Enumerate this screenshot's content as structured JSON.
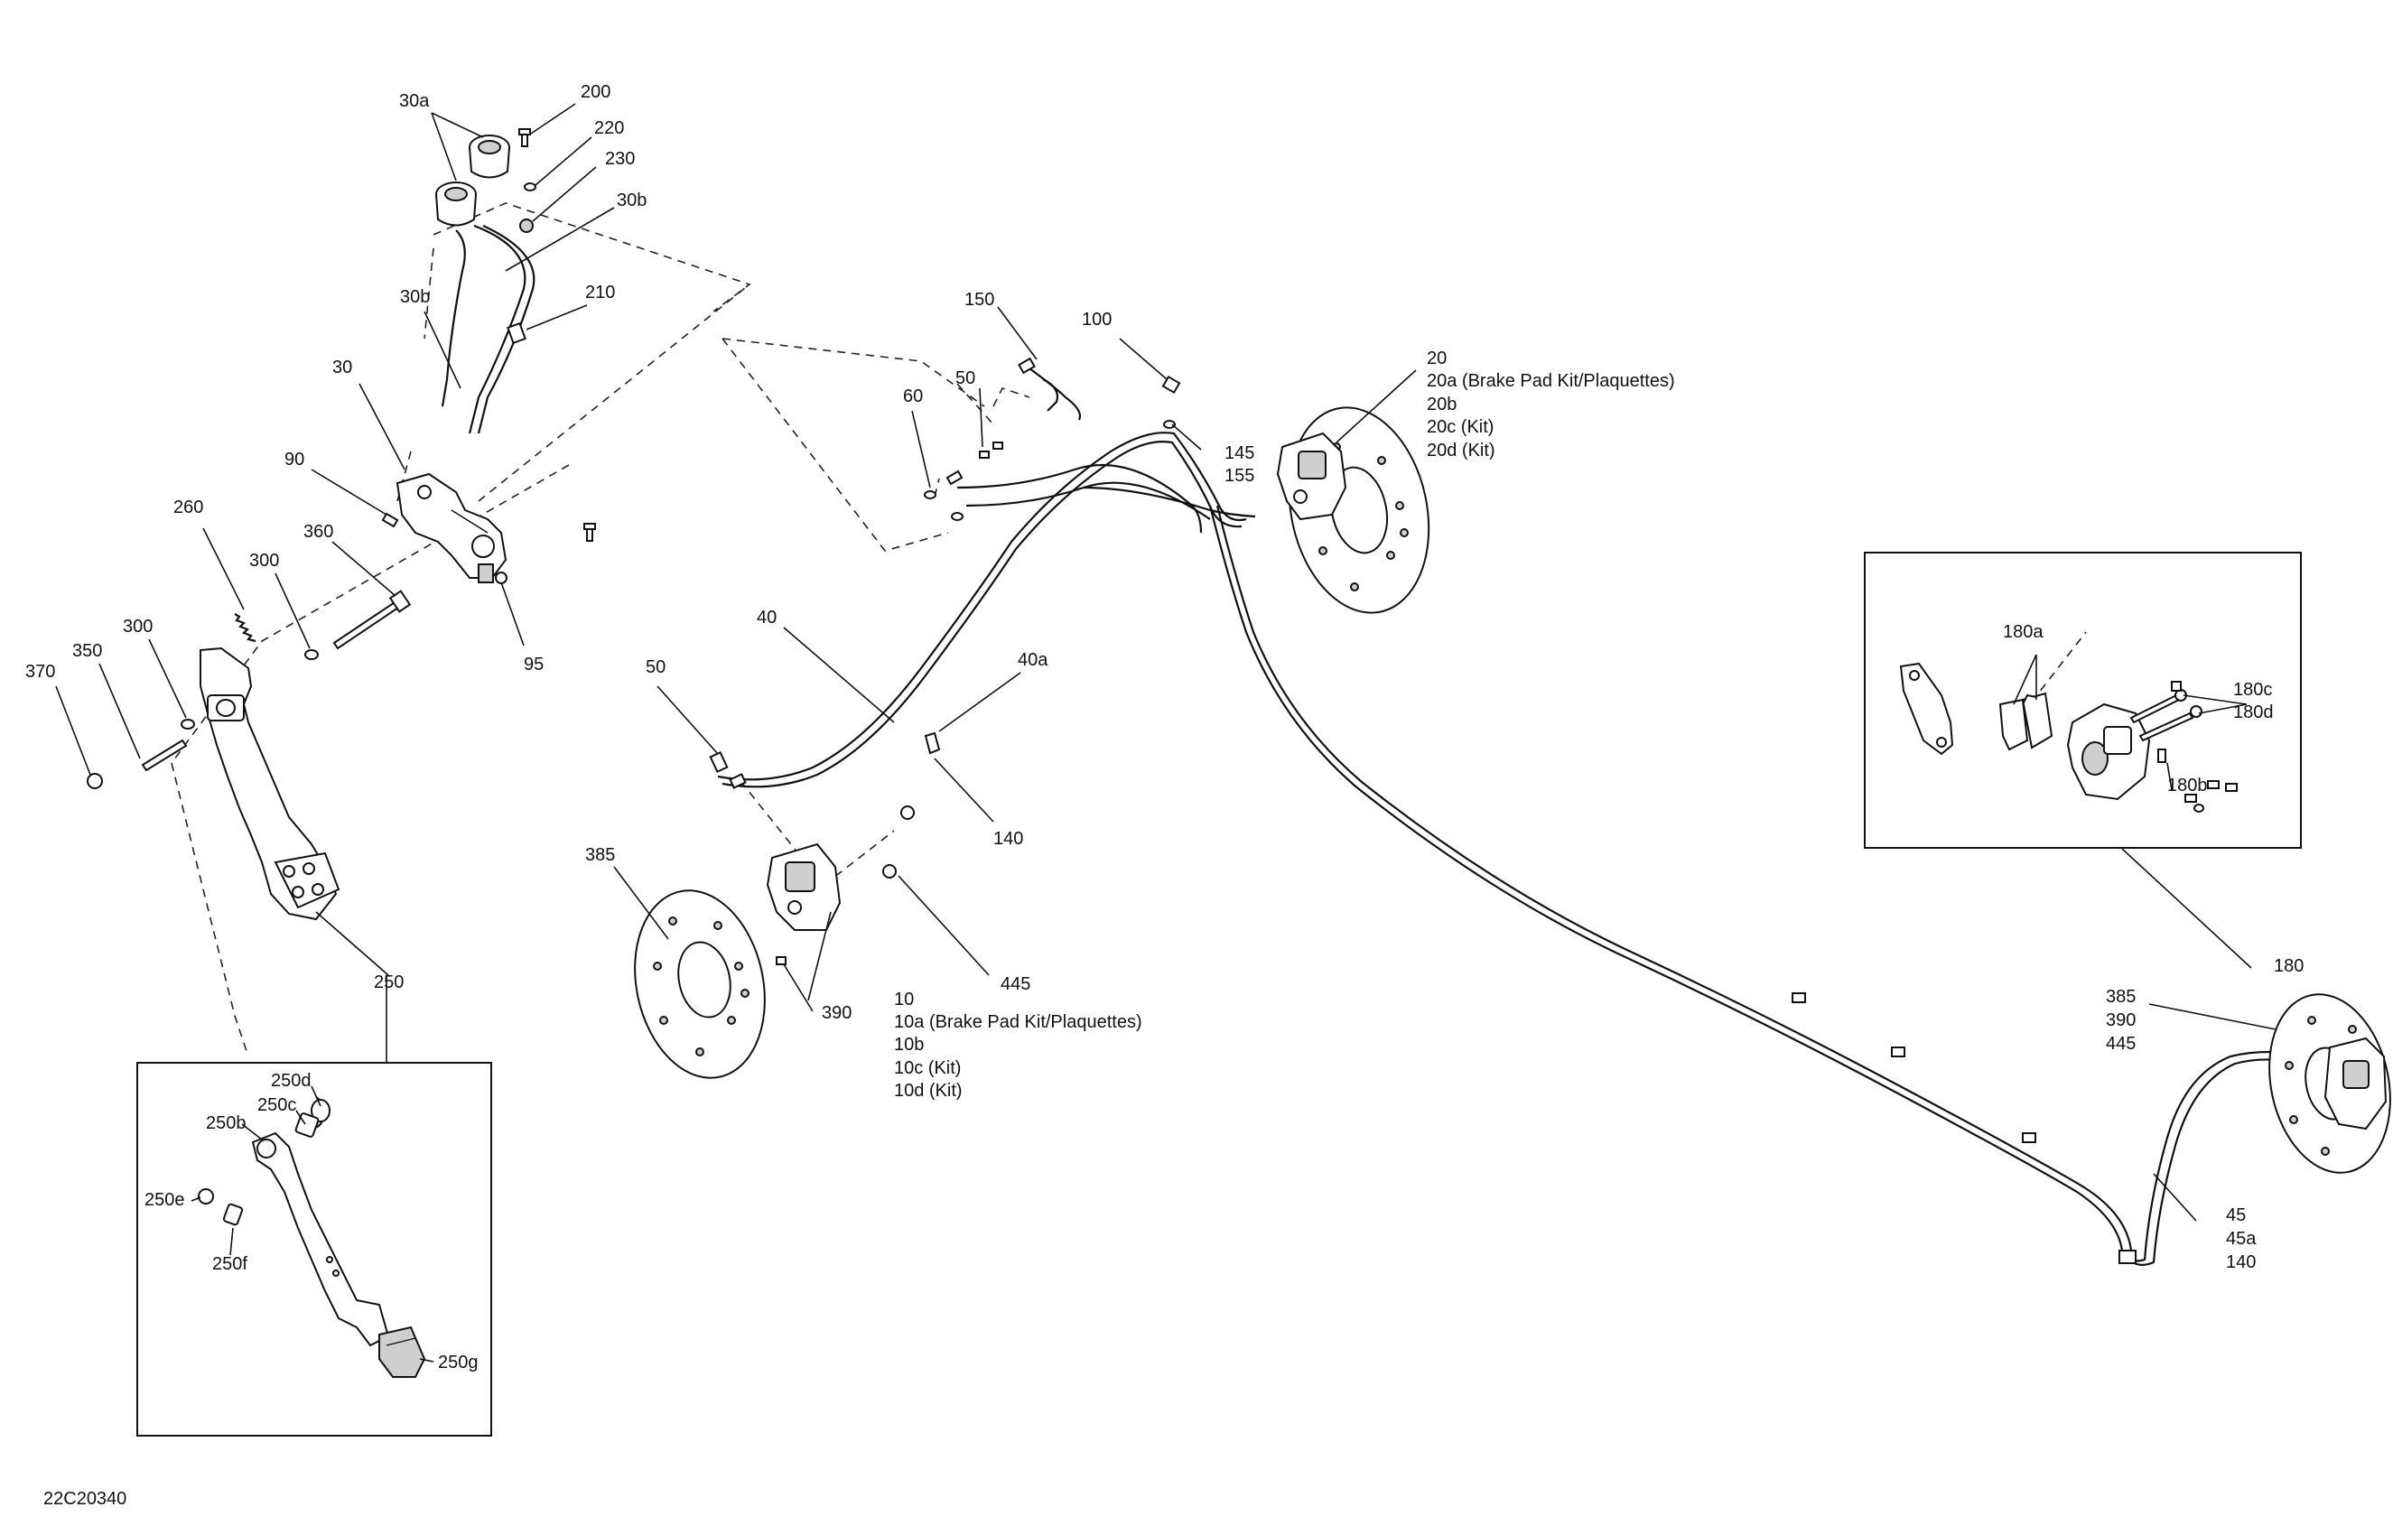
{
  "drawing_number": "22C20340",
  "callouts": {
    "c30a": "30a",
    "c200": "200",
    "c220": "220",
    "c230": "230",
    "c30b_top": "30b",
    "c210": "210",
    "c30b_left": "30b",
    "c30": "30",
    "c90": "90",
    "c260": "260",
    "c360": "360",
    "c300_a": "300",
    "c300_b": "300",
    "c350": "350",
    "c370": "370",
    "c95": "95",
    "c250": "250",
    "c150": "150",
    "c100": "100",
    "c60": "60",
    "c50_top": "50",
    "c145": "145",
    "c155": "155",
    "c40": "40",
    "c40a": "40a",
    "c50_mid": "50",
    "c140": "140",
    "c385_left": "385",
    "c390_left": "390",
    "c445": "445",
    "c10": "10",
    "c10a": "10a (Brake Pad Kit/Plaquettes)",
    "c10b": "10b",
    "c10c": "10c (Kit)",
    "c10d": "10d (Kit)",
    "c20": "20",
    "c20a": "20a (Brake Pad Kit/Plaquettes)",
    "c20b": "20b",
    "c20c": "20c (Kit)",
    "c20d": "20d (Kit)",
    "c180a": "180a",
    "c180c": "180c",
    "c180d": "180d",
    "c180b": "180b",
    "c180": "180",
    "c385_right": "385",
    "c390_right": "390",
    "c445_right": "445",
    "c45": "45",
    "c45a": "45a",
    "c140_right": "140",
    "c250d": "250d",
    "c250c": "250c",
    "c250b": "250b",
    "c250e": "250e",
    "c250f": "250f",
    "c250g": "250g"
  }
}
